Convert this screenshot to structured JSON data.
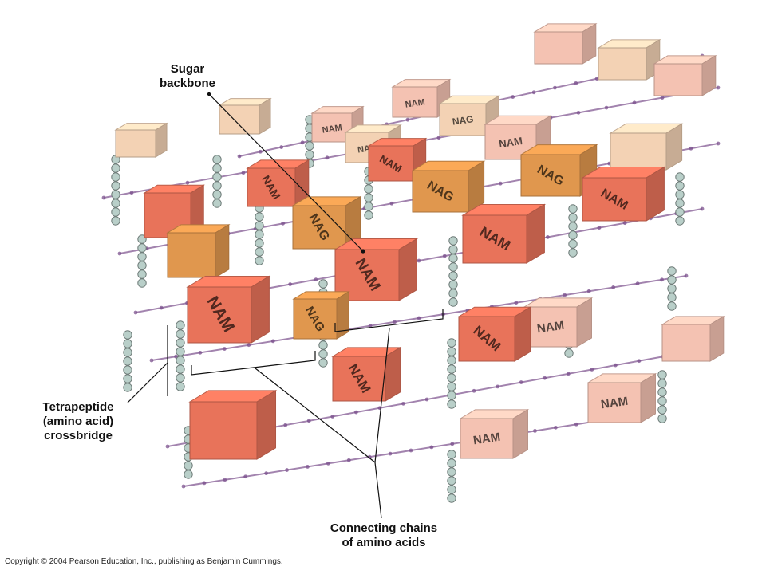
{
  "diagram": {
    "labels": {
      "sugar_backbone": [
        "Sugar",
        "backbone"
      ],
      "tetrapeptide": [
        "Tetrapeptide",
        "(amino acid)",
        "crossbridge"
      ],
      "connecting": [
        "Connecting chains",
        "of amino acids"
      ]
    },
    "block_text": {
      "nam": "NAM",
      "nag": "NAG"
    },
    "colors": {
      "nam_strong": "#e8735a",
      "nag_strong": "#e0974e",
      "nam_faded": "#f4c2b2",
      "nag_faded": "#f3d2b4",
      "bead": "#b9cfc9",
      "link": "#7a4f8c"
    }
  },
  "copyright": "Copyright © 2004 Pearson Education, Inc., publishing as Benjamin Cummings."
}
